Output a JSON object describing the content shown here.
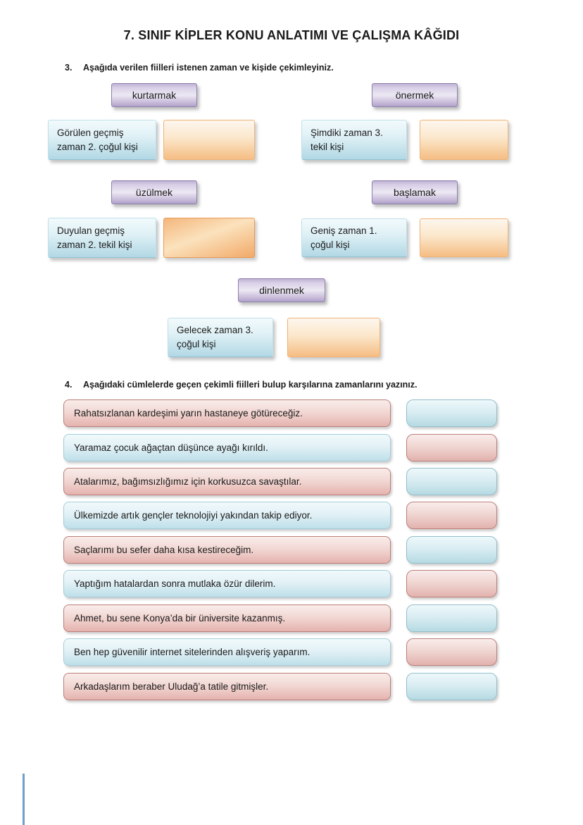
{
  "page": {
    "title": "7. SINIF KİPLER KONU ANLATIMI VE ÇALIŞMA KÂĞIDI"
  },
  "q3": {
    "number": "3.",
    "prompt": "Aşağıda verilen fiilleri istenen zaman ve kişide çekimleyiniz.",
    "items": [
      {
        "verb": "kurtarmak",
        "tense": "Görülen geçmiş zaman 2. çoğul kişi",
        "answer": ""
      },
      {
        "verb": "önermek",
        "tense": "Şimdiki zaman 3. tekil kişi",
        "answer": ""
      },
      {
        "verb": "üzülmek",
        "tense": "Duyulan geçmiş zaman 2. tekil kişi",
        "answer": ""
      },
      {
        "verb": "başlamak",
        "tense": "Geniş zaman 1. çoğul kişi",
        "answer": ""
      },
      {
        "verb": "dinlenmek",
        "tense": "Gelecek zaman 3. çoğul kişi",
        "answer": ""
      }
    ]
  },
  "q4": {
    "number": "4.",
    "prompt": "Aşağıdaki cümlelerde geçen çekimli fiilleri bulup karşılarına zamanlarını yazınız.",
    "rows": [
      {
        "sentence": "Rahatsızlanan kardeşimi yarın hastaneye götüreceğiz.",
        "sentence_color": "red",
        "answer_color": "blue",
        "answer": ""
      },
      {
        "sentence": "Yaramaz çocuk ağaçtan düşünce ayağı kırıldı.",
        "sentence_color": "blue",
        "answer_color": "red",
        "answer": ""
      },
      {
        "sentence": "Atalarımız, bağımsızlığımız için korkusuzca savaştılar.",
        "sentence_color": "red",
        "answer_color": "blue",
        "answer": ""
      },
      {
        "sentence": "Ülkemizde artık gençler teknolojiyi yakından takip ediyor.",
        "sentence_color": "blue",
        "answer_color": "red",
        "answer": ""
      },
      {
        "sentence": "Saçlarımı bu sefer daha kısa kestireceğim.",
        "sentence_color": "red",
        "answer_color": "blue",
        "answer": ""
      },
      {
        "sentence": "Yaptığım hatalardan sonra mutlaka özür dilerim.",
        "sentence_color": "blue",
        "answer_color": "red",
        "answer": ""
      },
      {
        "sentence": "Ahmet, bu sene Konya’da bir üniversite kazanmış.",
        "sentence_color": "red",
        "answer_color": "blue",
        "answer": ""
      },
      {
        "sentence": "Ben hep güvenilir internet sitelerinden alışveriş yaparım.",
        "sentence_color": "blue",
        "answer_color": "red",
        "answer": ""
      },
      {
        "sentence": "Arkadaşlarım beraber Uludağ’a tatile gitmişler.",
        "sentence_color": "red",
        "answer_color": "blue",
        "answer": ""
      }
    ]
  },
  "colors": {
    "verb_box_purple": "#b8a9cf",
    "tense_box_blue": "#b2d8e5",
    "answer_box_orange": "#f5bd83",
    "sentence_red": "#e5b3af",
    "sentence_blue": "#bedfe9",
    "edge_line_blue": "#6f9fca"
  }
}
